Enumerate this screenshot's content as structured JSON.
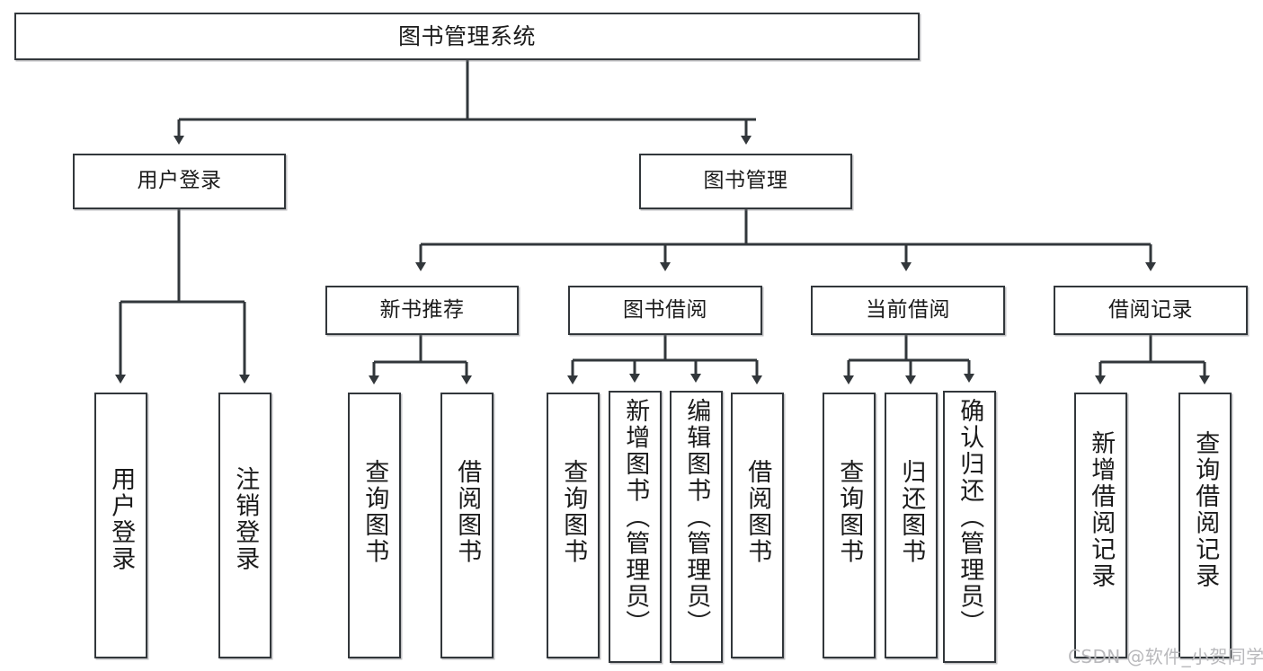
{
  "diagram": {
    "title": "图书管理系统",
    "type": "hierarchy-tree",
    "root": {
      "id": "root",
      "label": "图书管理系统",
      "orientation": "horizontal"
    },
    "level1": [
      {
        "id": "user-login",
        "label": "用户登录",
        "orientation": "horizontal"
      },
      {
        "id": "book-management",
        "label": "图书管理",
        "orientation": "horizontal"
      }
    ],
    "level2": [
      {
        "id": "new-book-recommend",
        "label": "新书推荐",
        "orientation": "horizontal",
        "parent": "book-management"
      },
      {
        "id": "book-borrow",
        "label": "图书借阅",
        "orientation": "horizontal",
        "parent": "book-management"
      },
      {
        "id": "current-borrow",
        "label": "当前借阅",
        "orientation": "horizontal",
        "parent": "book-management"
      },
      {
        "id": "borrow-record",
        "label": "借阅记录",
        "orientation": "horizontal",
        "parent": "book-management"
      }
    ],
    "leaves": [
      {
        "id": "leaf-user-login",
        "label": "用户登录",
        "orientation": "vertical",
        "parent": "user-login"
      },
      {
        "id": "leaf-logout-login",
        "label": "注销登录",
        "orientation": "vertical",
        "parent": "user-login"
      },
      {
        "id": "leaf-query-book-1",
        "label": "查询图书",
        "orientation": "vertical",
        "parent": "new-book-recommend"
      },
      {
        "id": "leaf-borrow-book-1",
        "label": "借阅图书",
        "orientation": "vertical",
        "parent": "new-book-recommend"
      },
      {
        "id": "leaf-query-book-2",
        "label": "查询图书",
        "orientation": "vertical",
        "parent": "book-borrow"
      },
      {
        "id": "leaf-add-book-admin",
        "label": "新增图书（管理员）",
        "orientation": "vertical",
        "parent": "book-borrow"
      },
      {
        "id": "leaf-edit-book-admin",
        "label": "编辑图书（管理员）",
        "orientation": "vertical",
        "parent": "book-borrow"
      },
      {
        "id": "leaf-borrow-book-2",
        "label": "借阅图书",
        "orientation": "vertical",
        "parent": "book-borrow"
      },
      {
        "id": "leaf-query-book-3",
        "label": "查询图书",
        "orientation": "vertical",
        "parent": "current-borrow"
      },
      {
        "id": "leaf-return-book",
        "label": "归还图书",
        "orientation": "vertical",
        "parent": "current-borrow"
      },
      {
        "id": "leaf-confirm-return-admin",
        "label": "确认归还（管理员）",
        "orientation": "vertical",
        "parent": "current-borrow"
      },
      {
        "id": "leaf-add-borrow-record",
        "label": "新增借阅记录",
        "orientation": "vertical",
        "parent": "borrow-record"
      },
      {
        "id": "leaf-query-borrow-record",
        "label": "查询借阅记录",
        "orientation": "vertical",
        "parent": "borrow-record"
      }
    ]
  },
  "watermark": {
    "text": "CSDN @软件_小贺同学"
  },
  "colors": {
    "stroke": "#32373b",
    "box_fill": "#ffffff",
    "text": "#1b1b1b",
    "watermark": "#b9b9bc",
    "background": "#ffffff"
  }
}
